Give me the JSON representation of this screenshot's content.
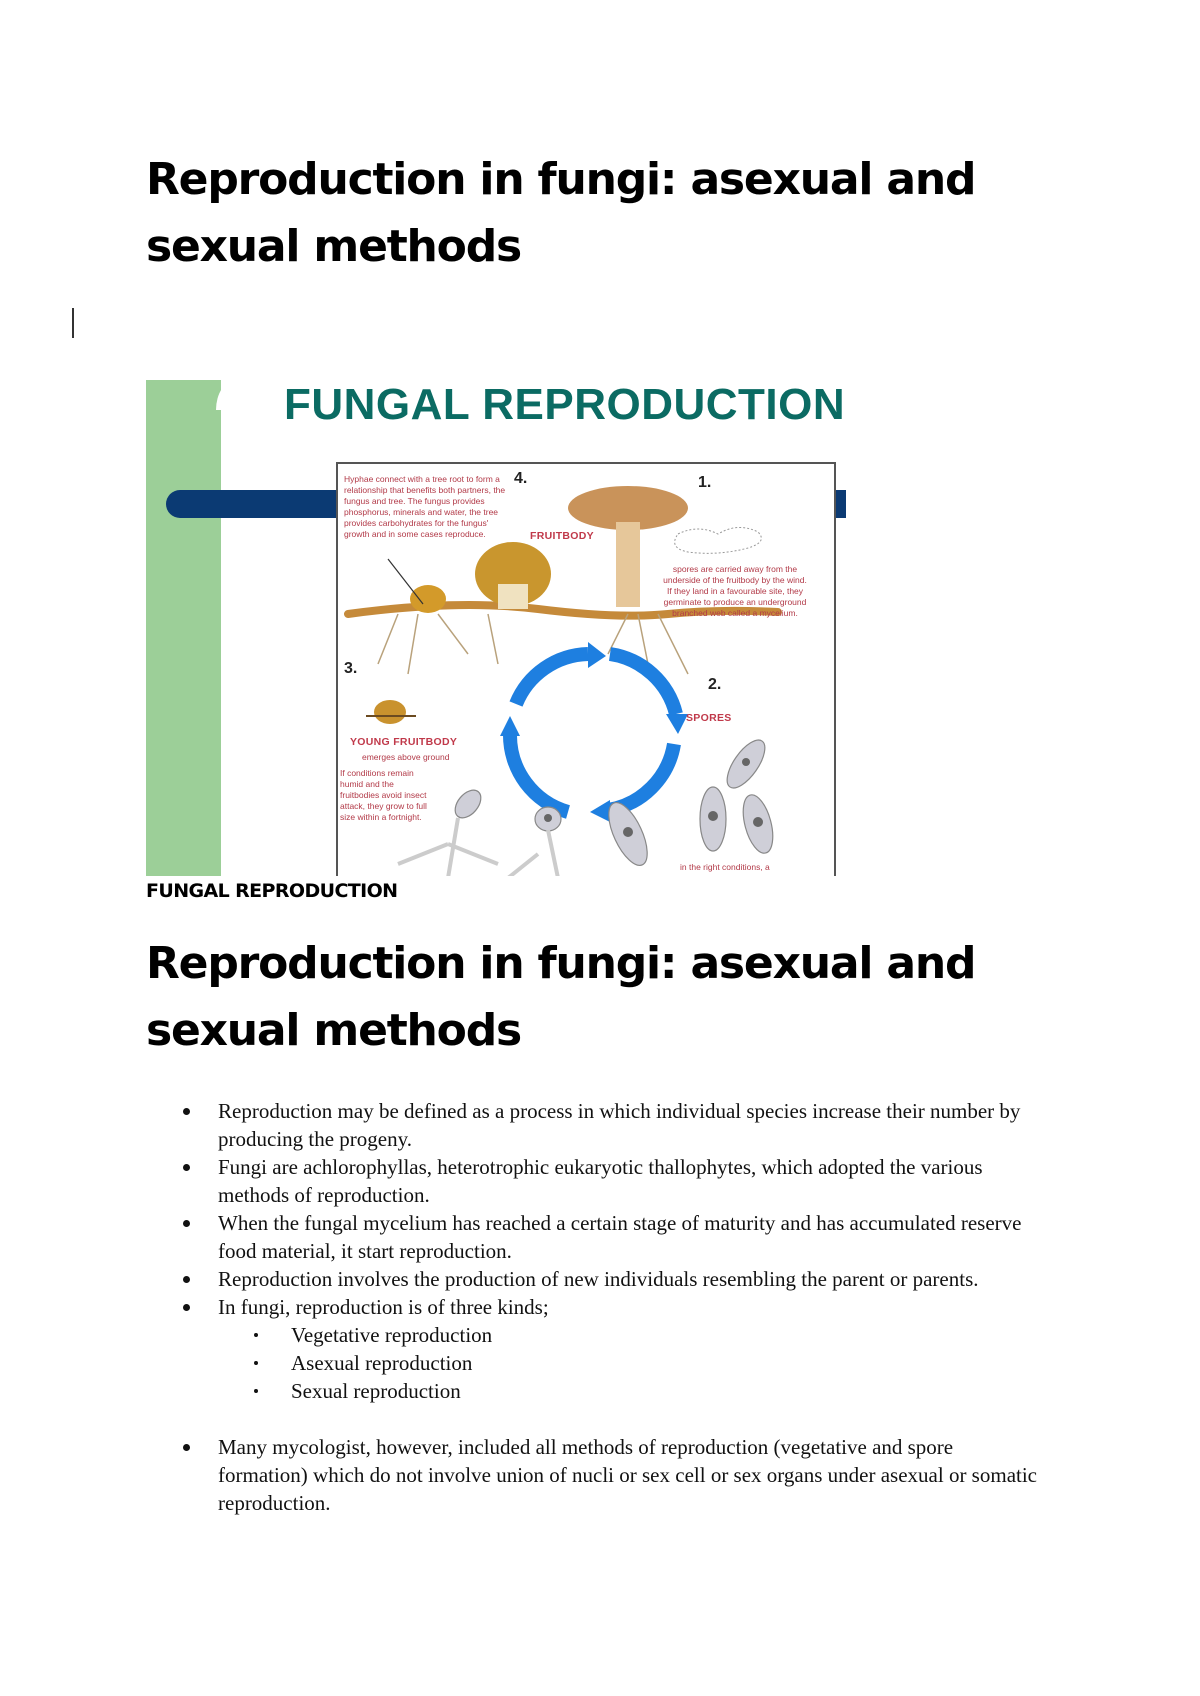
{
  "document": {
    "title": "Reproduction in fungi: asexual and sexual methods",
    "figure": {
      "title": "FUNGAL REPRODUCTION",
      "step_numbers": [
        "1.",
        "2.",
        "3.",
        "4."
      ],
      "labels": {
        "fruitbody": "FRUITBODY",
        "spores": "SPORES",
        "young_fruitbody": "YOUNG FRUITBODY",
        "young_fruitbody_sub": "emerges above ground"
      },
      "notes": {
        "step4": "Hyphae connect with a tree root to form a relationship that benefits both partners, the fungus and tree. The fungus provides phosphorus, minerals and water, the tree provides carbohydrates for the fungus' growth and in some cases reproduce.",
        "step1": "spores are carried away from the underside of the fruitbody by the wind. If they land in a favourable site, they germinate to produce an underground branched web called a mycelium.",
        "step3": "If conditions remain humid and the fruitbodies avoid insect attack, they grow to full size within a fortnight.",
        "step2": "in the right conditions, a"
      },
      "colors": {
        "green_band": "#9ccf98",
        "title": "#0b6b63",
        "navy_bar": "#0b3a73",
        "cycle_arrows": "#1e7fe0",
        "note_text": "#b23a48"
      }
    },
    "caption": "FUNGAL REPRODUCTION",
    "section_heading": "Reproduction in fungi: asexual and sexual methods",
    "bullets": [
      "Reproduction may be defined as a process in which individual species increase their number by producing the progeny.",
      "Fungi are achlorophyllas, heterotrophic eukaryotic thallophytes, which adopted the various methods of reproduction.",
      " When the fungal mycelium has reached a certain stage of maturity and has accumulated reserve food material, it start reproduction.",
      "Reproduction involves the production of new individuals resembling the parent or parents.",
      " In fungi, reproduction is of three kinds;",
      "Many mycologist, however, included all methods of reproduction (vegetative and spore formation) which do not involve union of nucli or sex cell or sex organs under asexual or somatic reproduction."
    ],
    "kinds": [
      "Vegetative reproduction",
      "Asexual reproduction",
      "Sexual reproduction"
    ]
  }
}
